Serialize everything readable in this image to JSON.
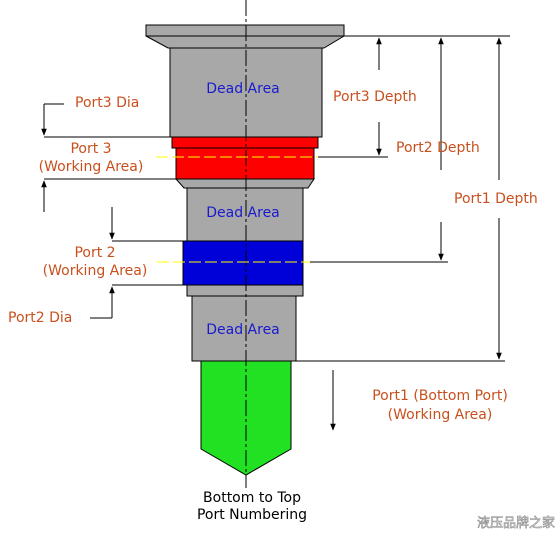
{
  "labels": {
    "dead_area_1": "Dead Area",
    "dead_area_2": "Dead Area",
    "dead_area_3": "Dead Area",
    "port3_dia": "Port3 Dia",
    "port3_name": "Port 3",
    "port3_working": "(Working Area)",
    "port3_depth": "Port3 Depth",
    "port2_depth": "Port2 Depth",
    "port1_depth": "Port1 Depth",
    "port2_name": "Port 2",
    "port2_working": "(Working Area)",
    "port2_dia": "Port2 Dia",
    "port1_name": "Port1 (Bottom Port)",
    "port1_working": "(Working Area)",
    "caption_line1": "Bottom to Top",
    "caption_line2": "Port Numbering",
    "watermark": "液压品牌之家"
  },
  "colors": {
    "body": "#a8a8a8",
    "port3": "#ff0000",
    "port2": "#0000d8",
    "port1": "#22e022",
    "label": "#c8501e",
    "dead_area_text": "#1a1ad0",
    "centerline_marker": "#ffff00"
  }
}
